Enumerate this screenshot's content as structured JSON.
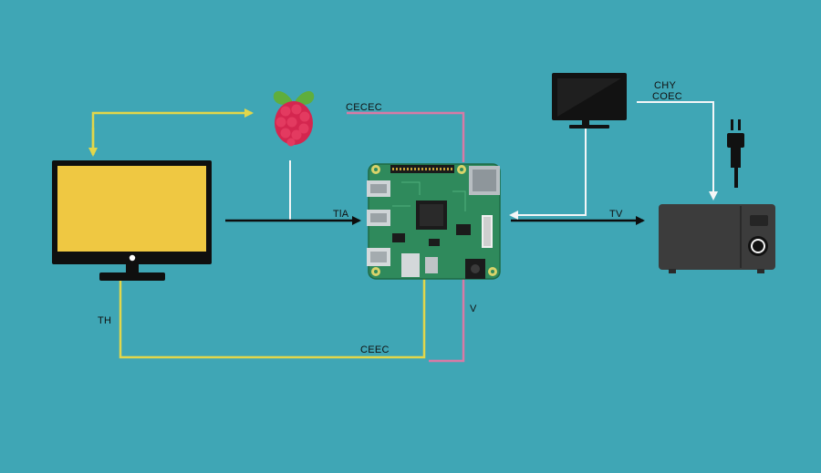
{
  "background": "#3fa6b5",
  "colors": {
    "yellow_line": "#e2d74a",
    "pink_line": "#d87aa6",
    "white_line": "#f4f6f7",
    "arrow": "#0d0d0d",
    "monitor_screen": "#efc842",
    "board_pcb": "#2f8a5c",
    "raspberry": "#d4264f",
    "leaf": "#5fae3c"
  },
  "icons": {
    "main_monitor": "monitor-icon",
    "raspberry": "raspberry-icon",
    "board": "circuit-board-icon",
    "small_tv": "tv-icon",
    "device": "media-box-icon",
    "plug": "plug-icon"
  },
  "labels": {
    "cecec_top": "CECEC",
    "tla": "TlA",
    "chy": "CHY",
    "coec": "COEC",
    "tv": "TV",
    "th": "TH",
    "v": "V",
    "ceec_bottom": "CEEC"
  }
}
